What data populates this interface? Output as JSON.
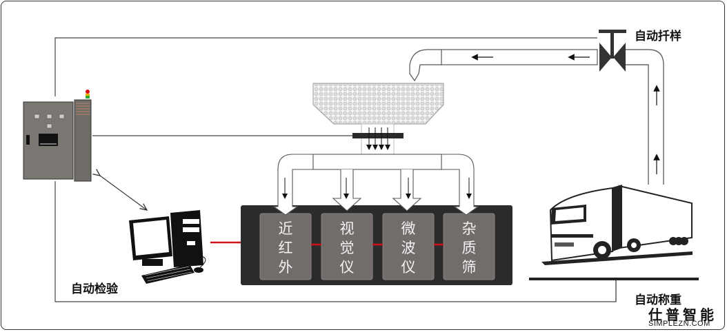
{
  "diagram": {
    "title": "Automated grain sampling and inspection system",
    "labels": {
      "auto_sampling": "自动扦样",
      "auto_weighing": "自动称重",
      "auto_inspection": "自动检验"
    },
    "modules": [
      {
        "id": "nir",
        "lines": [
          "近",
          "红",
          "外"
        ]
      },
      {
        "id": "vision",
        "lines": [
          "视",
          "觉",
          "仪"
        ]
      },
      {
        "id": "microwave",
        "lines": [
          "微",
          "波",
          "仪"
        ]
      },
      {
        "id": "impurity-sieve",
        "lines": [
          "杂",
          "质",
          "筛"
        ]
      }
    ],
    "brand": {
      "name_cn": "仕普智能",
      "site": "SIMPLEZN.COM"
    },
    "components": {
      "control_cabinet": "control-cabinet",
      "computer": "computer-workstation",
      "hopper": "sample-hopper",
      "valve": "sampling-valve",
      "truck": "grain-truck",
      "scale": "weighbridge"
    },
    "colors": {
      "frame": "#333333",
      "module_bay": "#2b2b2b",
      "module_box": "#726c6b",
      "signal_line": "#d0101a",
      "pipe_stroke": "#555555",
      "cabinet": "#7a7671"
    }
  }
}
